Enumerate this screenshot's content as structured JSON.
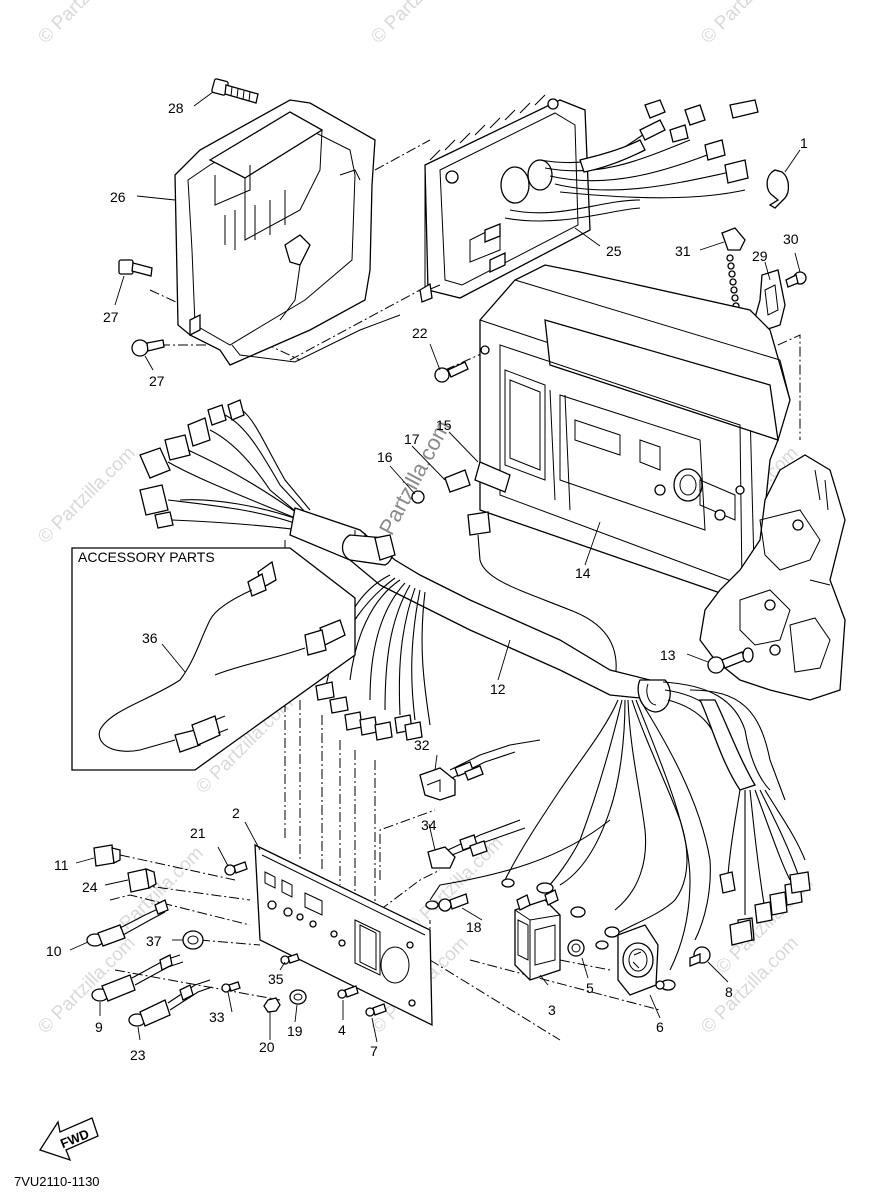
{
  "watermarks": [
    "© Partzilla.com",
    "© Partzilla.com",
    "© Partzilla.com",
    "© Partzilla.com",
    "© Partzilla.com",
    "© Partzilla.com",
    "© Partzilla.com",
    "© Partzilla.com",
    "© Partzilla.com",
    "© Partzilla.com",
    "© Partzilla.com",
    "© Partzilla.com",
    "© Partzilla.com"
  ],
  "box_title": "ACCESSORY PARTS",
  "fwd_label": "FWD",
  "diagram_code": "7VU2110-1130",
  "callouts": {
    "c1": "1",
    "c2": "2",
    "c3": "3",
    "c4": "4",
    "c5": "5",
    "c6": "6",
    "c7": "7",
    "c8": "8",
    "c9": "9",
    "c10": "10",
    "c11": "11",
    "c12": "12",
    "c13": "13",
    "c14": "14",
    "c15": "15",
    "c16": "16",
    "c17": "17",
    "c18": "18",
    "c19": "19",
    "c20": "20",
    "c21": "21",
    "c22": "22",
    "c23": "23",
    "c24": "24",
    "c25": "25",
    "c26": "26",
    "c27a": "27",
    "c27b": "27",
    "c28": "28",
    "c29": "29",
    "c30": "30",
    "c31": "31",
    "c32": "32",
    "c33": "33",
    "c34": "34",
    "c35": "35",
    "c36": "36",
    "c37": "37"
  }
}
